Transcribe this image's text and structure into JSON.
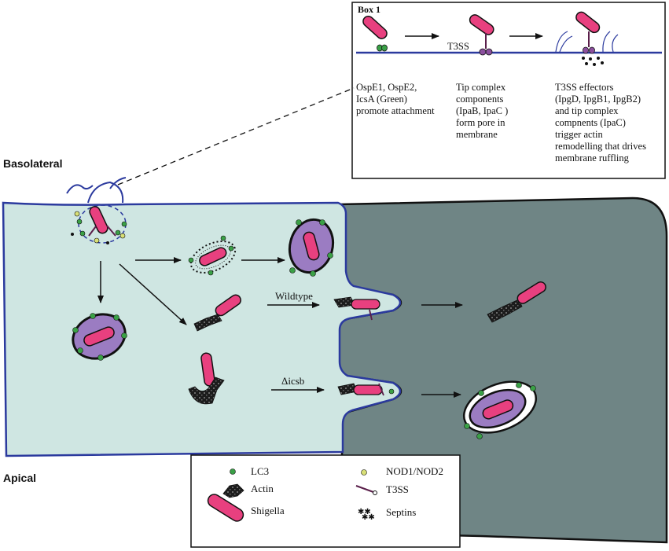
{
  "labels": {
    "basolateral": "Basolateral",
    "apical": "Apical",
    "wildtype": "Wildtype",
    "dicsb": "Δicsb"
  },
  "box1": {
    "title": "Box 1",
    "t3ss_label": "T3SS",
    "col1": [
      "OspE1, OspE2,",
      "IcsA (Green)",
      "promote attachment"
    ],
    "col2": [
      "Tip complex",
      "components",
      "(IpaB, IpaC )",
      "form pore in",
      "membrane"
    ],
    "col3": [
      "T3SS effectors",
      "(IpgD, IpgB1, IpgB2)",
      "and tip complex",
      "compnents (IpaC)",
      "trigger actin",
      "remodelling that drives",
      "membrane ruffling"
    ]
  },
  "legend": {
    "lc3": "LC3",
    "actin": "Actin",
    "shigella": "Shigella",
    "nod": "NOD1/NOD2",
    "t3ss": "T3SS",
    "septins": "Septins"
  },
  "colors": {
    "cell1_fill": "#cfe6e2",
    "cell2_fill": "#6f8585",
    "membrane": "#2b3a9e",
    "shigella": "#e8407f",
    "vacuole": "#9b7cc2",
    "lc3": "#3aa046",
    "nod": "#d8df76",
    "actin": "#1c1c1c"
  }
}
